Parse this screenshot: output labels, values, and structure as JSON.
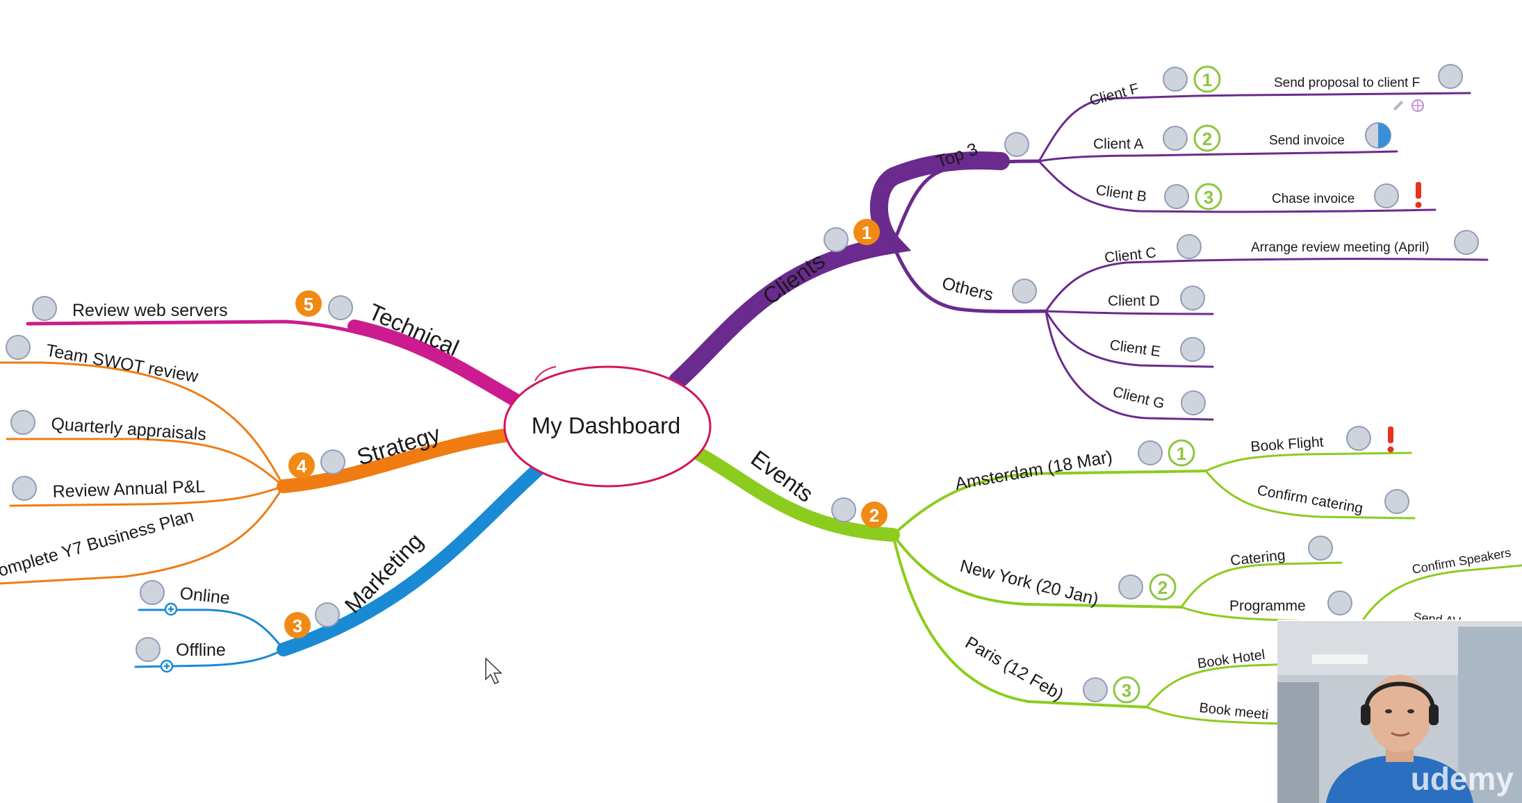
{
  "center": "My Dashboard",
  "colors": {
    "clients": "#6a2a8e",
    "events": "#8ccc1e",
    "technical": "#cc1b8e",
    "strategy": "#f07b12",
    "marketing": "#1a8ad4",
    "priority_badge": "#f08a14",
    "green_badge": "#8cc63f",
    "alert": "#e8331c"
  },
  "branches": {
    "clients": {
      "label": "Clients",
      "priority": "1"
    },
    "events": {
      "label": "Events",
      "priority": "2"
    },
    "marketing": {
      "label": "Marketing",
      "priority": "3"
    },
    "strategy": {
      "label": "Strategy",
      "priority": "4"
    },
    "technical": {
      "label": "Technical",
      "priority": "5"
    }
  },
  "clients": {
    "top3": {
      "label": "Top 3",
      "items": [
        {
          "label": "Client F",
          "rank": "1",
          "task": "Send proposal to client F"
        },
        {
          "label": "Client A",
          "rank": "2",
          "task": "Send invoice"
        },
        {
          "label": "Client B",
          "rank": "3",
          "task": "Chase invoice"
        }
      ]
    },
    "others": {
      "label": "Others",
      "items": [
        {
          "label": "Client C",
          "task": "Arrange review  meeting (April)"
        },
        {
          "label": "Client D"
        },
        {
          "label": "Client E"
        },
        {
          "label": "Client G"
        }
      ]
    }
  },
  "events": {
    "amsterdam": {
      "label": "Amsterdam (18 Mar)",
      "rank": "1",
      "items": [
        "Book Flight",
        "Confirm catering"
      ]
    },
    "newyork": {
      "label": "New York (20 Jan)",
      "rank": "2",
      "items": [
        "Catering",
        "Programme"
      ],
      "subitems": [
        "Confirm Speakers",
        "Send AV"
      ]
    },
    "paris": {
      "label": "Paris (12 Feb)",
      "rank": "3",
      "items": [
        "Book Hotel",
        "Book meeti"
      ]
    }
  },
  "technical": {
    "items": [
      "Review web servers"
    ]
  },
  "strategy": {
    "items": [
      "Team SWOT review",
      "Quarterly appraisals",
      "Review Annual P&L",
      "omplete Y7 Business Plan"
    ]
  },
  "marketing": {
    "items": [
      "Online",
      "Offline"
    ]
  },
  "watermark": "udemy"
}
